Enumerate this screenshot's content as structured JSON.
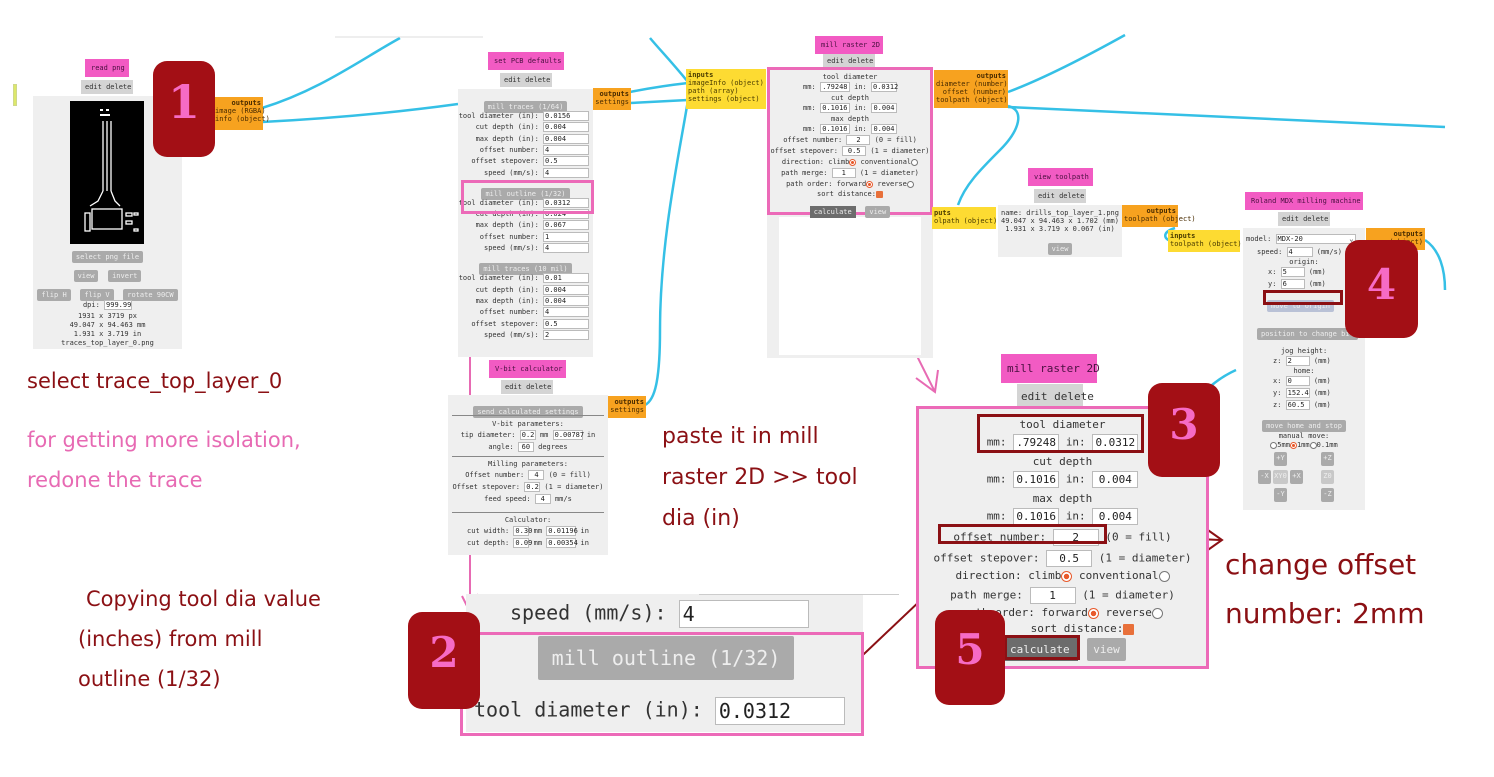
{
  "colors": {
    "node_title": "#f25bc3",
    "outputs": "#f7a21f",
    "inputs": "#fddb32",
    "wire": "#35c0e6",
    "highlight": "#ec6ab8",
    "marker": "#a30f15",
    "annotation_dark": "#8b1014",
    "annotation_pink": "#e76ab3"
  },
  "common": {
    "edit_delete": "edit delete",
    "outputs": "outputs",
    "inputs": "inputs"
  },
  "read_png": {
    "title": "read png",
    "outputs": [
      "image (RGBA)",
      "info (object)"
    ],
    "buttons": {
      "select": "select png file",
      "view": "view",
      "invert": "invert",
      "flip_h": "flip H",
      "flip_v": "flip V",
      "rotate": "rotate 90CW"
    },
    "dpi_label": "dpi:",
    "dpi_value": "999.99",
    "px": "1931 x 3719 px",
    "mm": "49.047 x 94.463 mm",
    "inches": "1.931 x 3.719 in",
    "filename": "traces_top_layer_0.png"
  },
  "pcb_defaults": {
    "title": "set PCB defaults",
    "outputs": [
      "settings"
    ],
    "groups": [
      {
        "button": "mill traces (1/64)",
        "fields": [
          {
            "label": "tool diameter (in):",
            "value": "0.0156"
          },
          {
            "label": "cut depth (in):",
            "value": "0.004"
          },
          {
            "label": "max depth (in):",
            "value": "0.004"
          },
          {
            "label": "offset number:",
            "value": "4"
          },
          {
            "label": "offset stepover:",
            "value": "0.5"
          },
          {
            "label": "speed (mm/s):",
            "value": "4"
          }
        ]
      },
      {
        "button": "mill outline (1/32)",
        "fields": [
          {
            "label": "tool diameter (in):",
            "value": "0.0312"
          },
          {
            "label": "cut depth (in):",
            "value": "0.024"
          },
          {
            "label": "max depth (in):",
            "value": "0.067"
          },
          {
            "label": "offset number:",
            "value": "1"
          },
          {
            "label": "speed (mm/s):",
            "value": "4"
          }
        ]
      },
      {
        "button": "mill traces (10 mil)",
        "fields": [
          {
            "label": "tool diameter (in):",
            "value": "0.01"
          },
          {
            "label": "cut depth (in):",
            "value": "0.004"
          },
          {
            "label": "max depth (in):",
            "value": "0.004"
          },
          {
            "label": "offset number:",
            "value": "4"
          },
          {
            "label": "offset stepover:",
            "value": "0.5"
          },
          {
            "label": "speed (mm/s):",
            "value": "2"
          }
        ]
      }
    ]
  },
  "vbit": {
    "title": "V-bit calculator",
    "send_button": "send calculated settings",
    "outputs": [
      "settings"
    ],
    "vbit_params": "V-bit parameters:",
    "tip_label": "tip diameter:",
    "tip_mm": "0.2",
    "tip_in": "0.00787",
    "angle_label": "angle:",
    "angle": "60",
    "degrees": "degrees",
    "milling_params": "Milling parameters:",
    "offset_number_label": "Offset number:",
    "offset_number": "4",
    "offset_number_hint": "(0 = fill)",
    "stepover_label": "Offset stepover:",
    "stepover": "0.2",
    "stepover_hint": "(1 = diameter)",
    "feed_label": "feed speed:",
    "feed": "4",
    "feed_unit": "mm/s",
    "calculator": "Calculator:",
    "cut_width_label": "cut width:",
    "cut_width_mm": "0.30",
    "cut_width_in": "0.01196",
    "cut_depth_label": "cut depth:",
    "cut_depth_mm": "0.09",
    "cut_depth_in": "0.00354",
    "mm": "mm",
    "in": "in"
  },
  "mill_raster": {
    "title": "mill raster 2D",
    "inputs": [
      "imageInfo (object)",
      "path (array)",
      "settings (object)"
    ],
    "outputs": [
      "diameter (number)",
      "offset (number)",
      "toolpath (object)"
    ],
    "tool_diameter": "tool diameter",
    "tool_mm": ".79248",
    "tool_in": "0.0312",
    "cut_depth": "cut depth",
    "cut_mm": "0.1016",
    "cut_in": "0.004",
    "max_depth": "max depth",
    "max_mm": "0.1016",
    "max_in": "0.004",
    "mm_label": "mm:",
    "in_label": "in:",
    "offset_number_label": "offset number:",
    "offset_number": "2",
    "offset_hint": "(0 = fill)",
    "stepover_label": "offset stepover:",
    "stepover": "0.5",
    "stepover_hint": "(1 = diameter)",
    "direction_label": "direction:",
    "climb": "climb",
    "conventional": "conventional",
    "merge_label": "path merge:",
    "merge": "1",
    "merge_hint": "(1 = diameter)",
    "order_label": "path order:",
    "forward": "forward",
    "reverse": "reverse",
    "sort_label": "sort distance:",
    "calculate": "calculate",
    "view": "view"
  },
  "view_toolpath": {
    "title": "view toolpath",
    "inputs": [
      "toolpath (object)"
    ],
    "outputs": [
      "toolpath (object)"
    ],
    "name": "name: drills_top_layer_1.png",
    "mm": "49.047 x 94.463 x 1.702 (mm)",
    "inches": "1.931 x 3.719 x 0.067 (in)",
    "view": "view"
  },
  "roland": {
    "title": "Roland MDX milling machine",
    "inputs": [
      "toolpath (object)"
    ],
    "outputs": [
      "(object)"
    ],
    "model_label": "model:",
    "model": "MDX-20",
    "speed_label": "speed:",
    "speed": "4",
    "speed_unit": "(mm/s)",
    "origin": "origin:",
    "x_label": "x:",
    "x": "5",
    "y_label": "y:",
    "y": "6",
    "unit_mm": "(mm)",
    "move_origin": "move to origin",
    "change_bit": "position to change bit",
    "jog_height": "jog height:",
    "z_label": "z:",
    "jog_z": "2",
    "home": "home:",
    "home_x": "0",
    "home_y": "152.4",
    "home_z": "60.5",
    "move_home": "move home and stop",
    "manual_move": "manual move:",
    "opt_5": "5mm",
    "opt_1": "1mm",
    "opt_01": "0.1mm",
    "jog": {
      "py": "+Y",
      "ny": "-Y",
      "nx": "-X",
      "px": "+X",
      "xy0": "XY0",
      "pz": "+Z",
      "z0": "Z0",
      "nz": "-Z"
    }
  },
  "zoom_panel": {
    "speed_label": "speed (mm/s):",
    "speed": "4",
    "button": "mill outline (1/32)",
    "tool_label": "tool diameter (in):",
    "tool_value": "0.0312"
  },
  "zoom_raster": {
    "title": "mill raster 2D",
    "tool_diameter": "tool diameter",
    "tool_mm": ".79248",
    "tool_in": "0.0312",
    "cut_depth": "cut depth",
    "cut_mm": "0.1016",
    "cut_in": "0.004",
    "max_depth": "max depth",
    "max_mm": "0.1016",
    "max_in": "0.004",
    "offset_number_label": "offset number:",
    "offset_number": "2",
    "offset_hint": "(0 = fill)",
    "stepover_label": "offset stepover:",
    "stepover": "0.5",
    "stepover_hint": "(1 = diameter)",
    "direction_label": "direction: climb",
    "conventional": "conventional",
    "merge_label": "path merge:",
    "merge": "1",
    "merge_hint": "(1 = diameter)",
    "order_label": "path order: forward",
    "reverse": "reverse",
    "sort_label": "sort distance:",
    "calculate": "calculate",
    "view": "view"
  },
  "markers": [
    "1",
    "2",
    "3",
    "4",
    "5"
  ],
  "annotations": {
    "select_trace": "select trace_top_layer_0",
    "isolation_1": "for getting more isolation,",
    "isolation_2": "redone the trace",
    "copying_1": "Copying tool dia value",
    "copying_2": "(inches) from mill",
    "copying_3": "outline (1/32)",
    "paste_1": "paste it in mill",
    "paste_2": "raster 2D >> tool",
    "paste_3": "dia (in)",
    "offset_1": "change offset",
    "offset_2": "number: 2mm"
  }
}
